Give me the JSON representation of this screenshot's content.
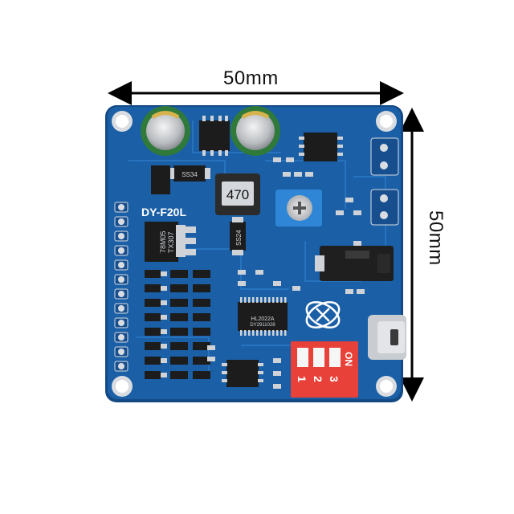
{
  "dimensions": {
    "width_label": "50mm",
    "height_label": "50mm"
  },
  "board": {
    "model_label": "DY-F20L",
    "inductor_label": "470",
    "regulator_label_1": "78M05",
    "regulator_label_2": "TX307",
    "diode_label_1": "SS34",
    "diode_label_2": "SS24",
    "ic_label_1": "HL2022A",
    "ic_label_2": "DY2911028",
    "dip_on_label": "ON",
    "dip_numbers": [
      "1",
      "2",
      "3"
    ]
  },
  "colors": {
    "pcb": "#1b5fa6",
    "pcb_edge": "#134a86",
    "trace": "#2a79c4",
    "pad": "#d9dde2",
    "dip": "#e8413a",
    "capacitor": "#2f7a3a"
  }
}
